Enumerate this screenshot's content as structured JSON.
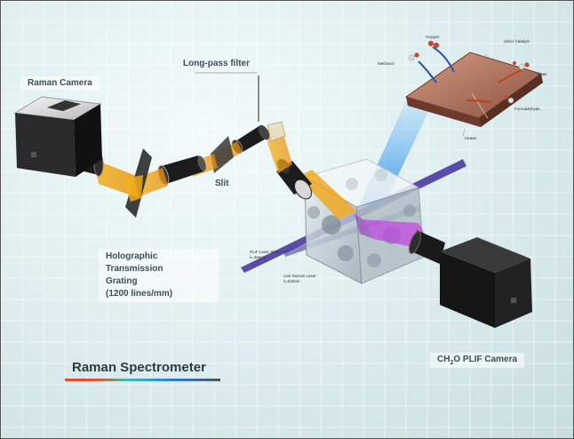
{
  "labels": {
    "raman_camera": "Raman Camera",
    "longpass_filter": "Long-pass filter",
    "slit": "Slit",
    "grating_line1": "Holographic Transmission",
    "grating_line2": "Grating",
    "grating_line3": "(1200 lines/mm)",
    "title": "Raman Spectrometer",
    "plif_camera_prefix": "CH",
    "plif_camera_sub": "2",
    "plif_camera_suffix": "O PLIF Camera"
  },
  "burner_labels": {
    "oxygen": "Oxygen",
    "methanol": "Methanol",
    "silver_catalyst": "Silver Catalyst",
    "water": "Water",
    "formaldehyde": "Formaldehyde",
    "heater": "Heater"
  },
  "laser_labels": {
    "plif_sheet_line1": "PLIF Laser Sheet",
    "plif_sheet_line2": "λ=355nm",
    "raman_line1": "Line Raman Laser",
    "raman_line2": "λ=532nm"
  },
  "colors": {
    "raman_beam": "#f2a515",
    "plif_beam": "#c040e0",
    "laser_line": "#4a3aa0",
    "view_cone": "#3a9be0",
    "camera_body": "#1e1e1e"
  }
}
